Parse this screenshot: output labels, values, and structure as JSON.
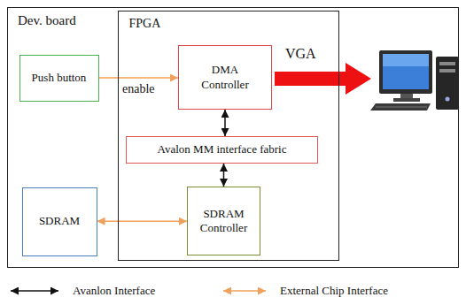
{
  "diagram": {
    "nodes": [
      {
        "text": [
          "Dev. board"
        ]
      },
      {
        "text": [
          "FPGA"
        ],
        "in": 0
      },
      {
        "text": [
          "Push button"
        ],
        "in": 0
      },
      {
        "text": [
          "DMA Controller"
        ],
        "in": 1
      },
      {
        "text": [
          "Avalon MM interface fabric"
        ],
        "in": 1
      },
      {
        "text": [
          "SDRAM"
        ],
        "in": 0
      },
      {
        "text": [
          "SDRAM Controller"
        ],
        "in": 1
      }
    ],
    "edges": [
      {
        "from": 2,
        "to": 3,
        "arrow": "to",
        "label": "enable"
      },
      {
        "from": 3,
        "to": 4,
        "arrow": "both"
      },
      {
        "from": 4,
        "to": 6,
        "arrow": "both"
      },
      {
        "from": 5,
        "to": 6,
        "arrow": "both"
      }
    ],
    "labels": [
      "VGA"
    ],
    "legend": [
      {
        "text": "Avanlon Interface"
      },
      {
        "text": "External Chip Interface"
      }
    ]
  }
}
